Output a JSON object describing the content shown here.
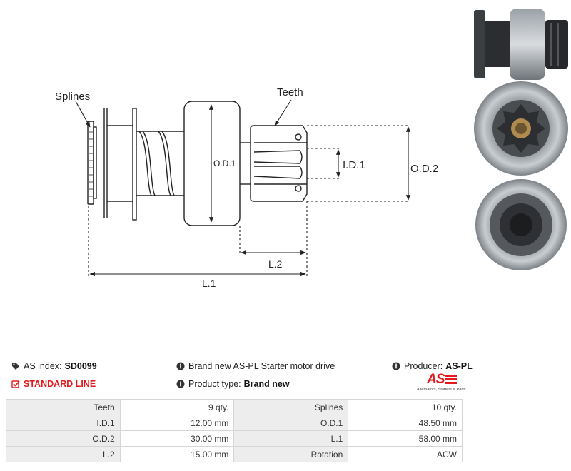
{
  "diagram": {
    "labels": {
      "splines": "Splines",
      "teeth": "Teeth",
      "od1": "O.D.1",
      "id1": "I.D.1",
      "od2": "O.D.2",
      "l2": "L.2",
      "l1": "L.1"
    }
  },
  "info": {
    "as_index_label": "AS index:",
    "as_index_value": "SD0099",
    "line_label": "STANDARD LINE",
    "description": "Brand new AS-PL Starter motor drive",
    "product_type_label": "Product type:",
    "product_type_value": "Brand new",
    "producer_label": "Producer:",
    "producer_value": "AS-PL"
  },
  "logo": {
    "mark": "AS",
    "tagline": "Alternators, Starters & Parts"
  },
  "specs": [
    {
      "k1": "Teeth",
      "v1": "9 qty.",
      "k2": "Splines",
      "v2": "10 qty."
    },
    {
      "k1": "I.D.1",
      "v1": "12.00 mm",
      "k2": "O.D.1",
      "v2": "48.50 mm"
    },
    {
      "k1": "O.D.2",
      "v1": "30.00 mm",
      "k2": "L.1",
      "v2": "58.00 mm"
    },
    {
      "k1": "L.2",
      "v1": "15.00 mm",
      "k2": "Rotation",
      "v2": "ACW"
    }
  ],
  "colors": {
    "accent_red": "#e3191c",
    "table_key_bg": "#ededed",
    "table_border": "#d6d6d6"
  },
  "icons": {
    "tag": "tag-icon",
    "check": "check-square-icon",
    "info": "info-circle-icon"
  }
}
